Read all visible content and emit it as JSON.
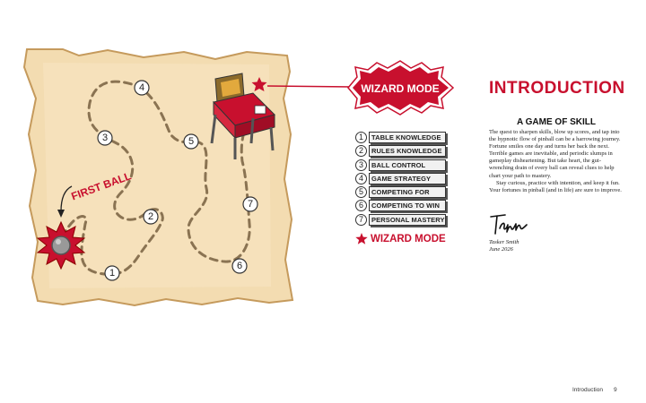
{
  "map": {
    "stops": [
      {
        "number": "1"
      },
      {
        "number": "2"
      },
      {
        "number": "3"
      },
      {
        "number": "4"
      },
      {
        "number": "5"
      },
      {
        "number": "6"
      },
      {
        "number": "7"
      }
    ],
    "first_ball_label": "FIRST BALL",
    "wizard_banner_label": "WIZARD MODE",
    "parchment_color": "#f3dcb1",
    "accent_color": "#c8102e"
  },
  "legend": {
    "items": [
      {
        "number": "1",
        "label": "TABLE KNOWLEDGE"
      },
      {
        "number": "2",
        "label": "RULES KNOWLEDGE"
      },
      {
        "number": "3",
        "label": "BALL CONTROL"
      },
      {
        "number": "4",
        "label": "GAME STRATEGY"
      },
      {
        "number": "5",
        "label": "COMPETING FOR FUN"
      },
      {
        "number": "6",
        "label": "COMPETING TO WIN"
      },
      {
        "number": "7",
        "label": "PERSONAL MASTERY"
      }
    ],
    "wizard_label": "WIZARD MODE"
  },
  "intro": {
    "title": "INTRODUCTION",
    "section_title": "A GAME OF SKILL",
    "paragraph1": "The quest to sharpen skills, blow up scores, and tap into the hypnotic flow of pinball can be a harrowing journey. Fortune smiles one day and turns her back the next. Terrible games are inevitable, and periodic slumps in gameplay disheartening. But take heart, the gut-wrenching drain of every ball can reveal clues to help chart your path to mastery.",
    "paragraph2": "Stay curious, practice with intention, and keep it fun. Your fortunes in pinball (and in life) are sure to improve.",
    "author_name": "Tasker Smith",
    "author_date": "June 2026"
  },
  "footer": {
    "section": "Introduction",
    "page_number": "9"
  }
}
